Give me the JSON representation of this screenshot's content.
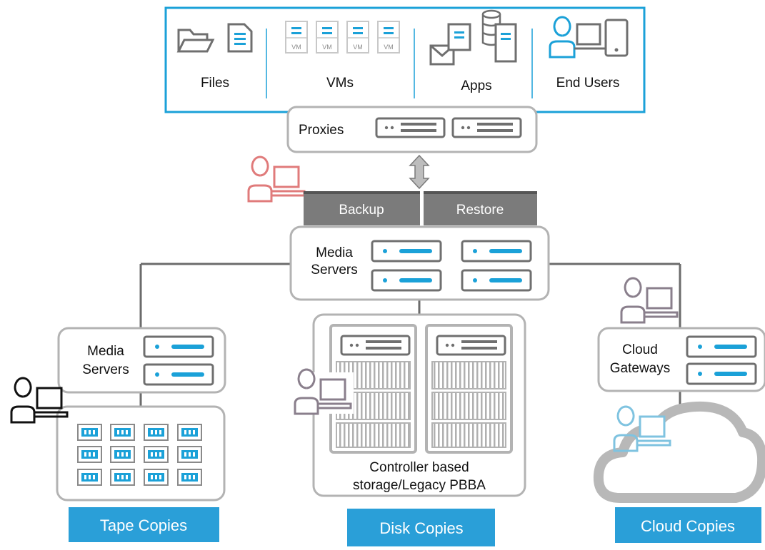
{
  "sources": {
    "files": "Files",
    "vms": "VMs",
    "vm_badge": "VM",
    "apps": "Apps",
    "end_users": "End Users"
  },
  "proxies": {
    "label": "Proxies"
  },
  "actions": {
    "backup": "Backup",
    "restore": "Restore"
  },
  "media_servers_main": {
    "line1": "Media",
    "line2": "Servers"
  },
  "media_servers_tape": {
    "line1": "Media",
    "line2": "Servers"
  },
  "cloud_gateways": {
    "line1": "Cloud",
    "line2": "Gateways"
  },
  "disk_storage": {
    "line1": "Controller based",
    "line2": "storage/Legacy PBBA"
  },
  "copies": {
    "tape": "Tape Copies",
    "disk": "Disk Copies",
    "cloud": "Cloud Copies"
  },
  "colors": {
    "accent_blue": "#1ba1d8",
    "copies_button": "#2a9fd8",
    "gray_border": "#b3b3b3",
    "dark_gray": "#6b6b6b",
    "user_red": "#e07b7b",
    "user_purple": "#8a7f8c",
    "user_black": "#111111",
    "user_light_blue": "#7fc3e0"
  },
  "icons": [
    "folder-icon",
    "document-icon",
    "vm-icon",
    "mail-icon",
    "database-icon",
    "user-icon",
    "laptop-icon",
    "tablet-icon",
    "server-icon",
    "tape-cartridge-icon",
    "cloud-icon",
    "double-arrow-icon"
  ]
}
